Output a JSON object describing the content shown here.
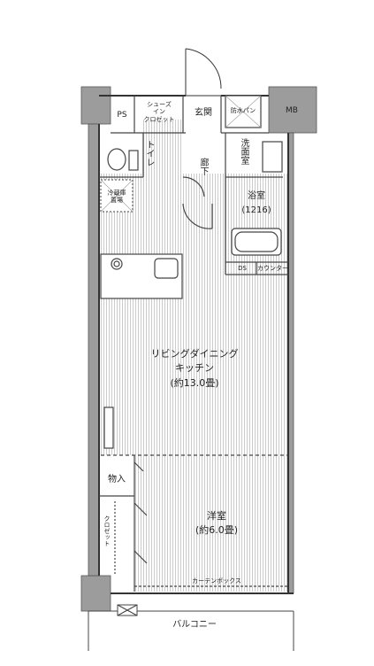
{
  "rooms": {
    "ps": "PS",
    "shoe_closet": [
      "シューズ",
      "イン",
      "クロゼット"
    ],
    "entrance": "玄関",
    "washer_pan": "防水パン",
    "mb": "MB",
    "toilet": "トイレ",
    "washroom": "洗面室",
    "hallway": "廊下",
    "bathroom": "浴室",
    "bath_size": "(1216)",
    "fridge_space": [
      "冷蔵庫",
      "置場"
    ],
    "ds": "DS",
    "counter": "カウンター",
    "ldk": "リビングダイニング",
    "ldk_kitchen": "キッチン",
    "ldk_size": "(約13.0畳)",
    "storage": "物入",
    "closet": "クロゼット",
    "western_room": "洋室",
    "western_size": "(約6.0畳)",
    "curtain_box": "カーテンボックス",
    "balcony": "バルコニー"
  }
}
